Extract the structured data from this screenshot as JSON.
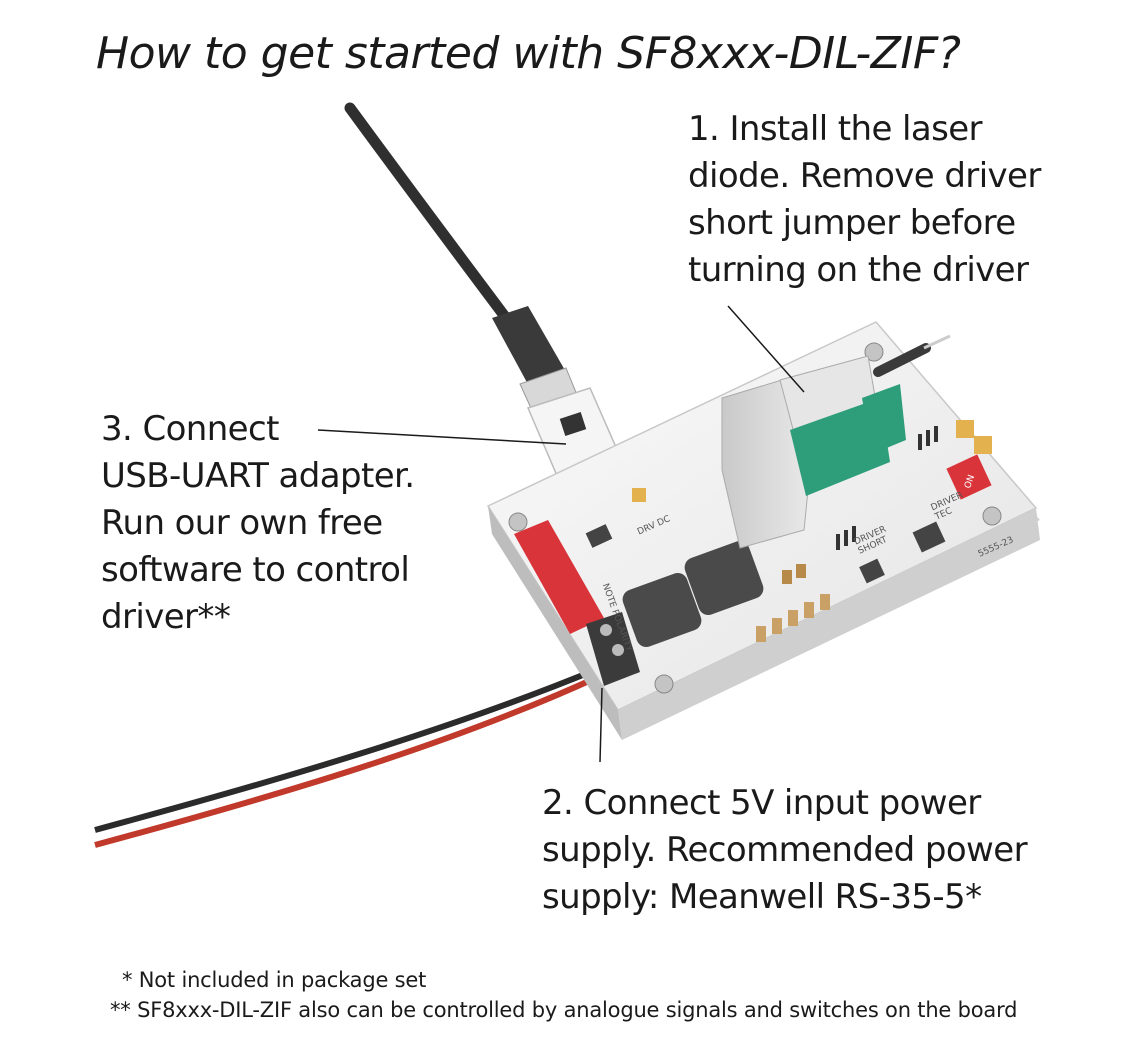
{
  "title": "How to get started with SF8xxx-DIL-ZIF?",
  "steps": {
    "install": {
      "lines": [
        "1. Install  the laser",
        "diode. Remove driver",
        "short jumper before",
        "turning on the driver"
      ]
    },
    "usb": {
      "lines": [
        "3. Connect",
        "USB-UART adapter.",
        "Run our own free",
        "software to control",
        "driver**"
      ]
    },
    "power": {
      "lines": [
        "2. Connect 5V input power",
        "supply. Recommended power",
        "supply: Meanwell RS-35-5*"
      ]
    }
  },
  "footnotes": {
    "not_included": "* Not included in package set",
    "analogue": "** SF8xxx-DIL-ZIF also can be controlled by analogue signals and switches on the board"
  },
  "board_labels": {
    "driver_short": [
      "DRIVER",
      "SHORT"
    ],
    "driver_tec": [
      "DRIVER",
      "TEC"
    ],
    "drv_dc": "DRV DC",
    "on_switch": "ON",
    "serial": "5555-23",
    "note_polarity": "NOTE POLARITY"
  },
  "colors": {
    "board": "#f3f3f3",
    "header_red": "#d9343a",
    "laser_mount_green": "#2e9d7a",
    "cable_red": "#c0392b",
    "cable_black": "#2b2b2b"
  }
}
